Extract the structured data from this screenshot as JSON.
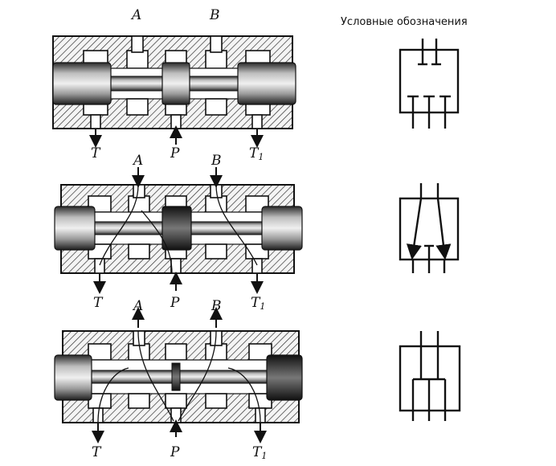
{
  "labels": {
    "port_a": "A",
    "port_b": "B",
    "port_t": "T",
    "port_p": "P",
    "port_t1": "T",
    "port_t1_sub": "1"
  },
  "legend": {
    "title": "Условные обозначения"
  },
  "colors": {
    "ink": "#111111",
    "spool_light": "#e8e8e8",
    "spool_dark": "#2a2a2a"
  }
}
